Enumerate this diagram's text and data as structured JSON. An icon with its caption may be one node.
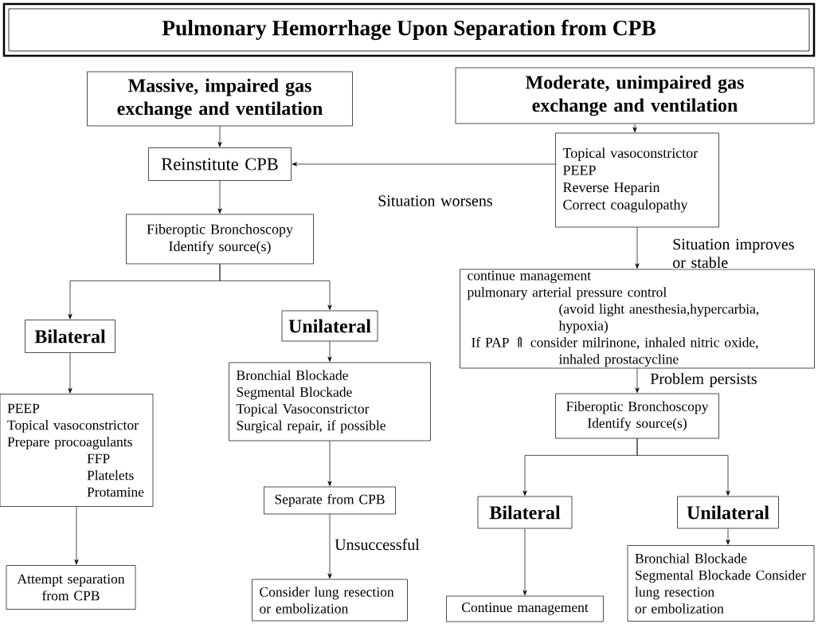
{
  "diagram": {
    "title": "Pulmonary Hemorrhage Upon Separation from CPB",
    "nodes": [
      {
        "text": [
          "Massive, impaired gas exchange and ventilation"
        ]
      },
      {
        "text": [
          "Moderate, unimpaired gas exchange and ventilation"
        ]
      },
      {
        "text": [
          "Reinstitute CPB"
        ]
      },
      {
        "text": [
          "Topical vasoconstrictor",
          "PEEP",
          "Reverse Heparin",
          "Correct coagulopathy"
        ]
      },
      {
        "text": [
          "Fiberoptic Bronchoscopy",
          "Identify source(s)"
        ]
      },
      {
        "text": [
          "Bilateral"
        ]
      },
      {
        "text": [
          "Unilateral"
        ]
      },
      {
        "text": [
          "continue management",
          "pulmonary arterial pressure control",
          "(avoid light anesthesia,hypercarbia, hypoxia)",
          "If PAP ⇑ consider milrinone, inhaled nitric oxide, inhaled prostacycline"
        ]
      },
      {
        "text": [
          "Fiberoptic Bronchoscopy",
          "Identify source(s)"
        ]
      },
      {
        "text": [
          "PEEP",
          "Topical vasoconstrictor",
          "Prepare procoagulants",
          "FFP",
          "Platelets",
          "Protamine"
        ]
      },
      {
        "text": [
          "Bronchial Blockade",
          "Segmental Blockade",
          "Topical Vasoconstrictor",
          "Surgical repair, if possible"
        ]
      },
      {
        "text": [
          "Bilateral"
        ]
      },
      {
        "text": [
          "Unilateral"
        ]
      },
      {
        "text": [
          "Attempt separation from CPB"
        ]
      },
      {
        "text": [
          "Separate from CPB"
        ]
      },
      {
        "text": [
          "Continue management"
        ]
      },
      {
        "text": [
          "Bronchial Blockade",
          "Segmental Blockade Consider",
          "lung resection",
          "or embolization"
        ]
      },
      {
        "text": [
          "Consider lung resection or embolization"
        ]
      }
    ],
    "edges": [
      {
        "from": 0,
        "to": 2,
        "arrow": "to"
      },
      {
        "from": 1,
        "to": 3,
        "arrow": "to"
      },
      {
        "from": 3,
        "to": 2,
        "arrow": "to",
        "label": "Situation worsens"
      },
      {
        "from": 2,
        "to": 4,
        "arrow": "to"
      },
      {
        "from": 4,
        "to": 5,
        "arrow": "to"
      },
      {
        "from": 4,
        "to": 6,
        "arrow": "to"
      },
      {
        "from": 3,
        "to": 7,
        "arrow": "to",
        "label": "Situation improves or stable"
      },
      {
        "from": 5,
        "to": 9,
        "arrow": "to"
      },
      {
        "from": 6,
        "to": 10,
        "arrow": "to"
      },
      {
        "from": 7,
        "to": 8,
        "arrow": "to",
        "label": "Problem persists"
      },
      {
        "from": 9,
        "to": 13,
        "arrow": "to"
      },
      {
        "from": 10,
        "to": 14,
        "arrow": "to"
      },
      {
        "from": 8,
        "to": 11,
        "arrow": "to"
      },
      {
        "from": 8,
        "to": 12,
        "arrow": "to"
      },
      {
        "from": 14,
        "to": 17,
        "arrow": "to",
        "label": "Unsuccessful"
      },
      {
        "from": 11,
        "to": 15,
        "arrow": "to"
      },
      {
        "from": 12,
        "to": 16,
        "arrow": "to"
      }
    ]
  }
}
